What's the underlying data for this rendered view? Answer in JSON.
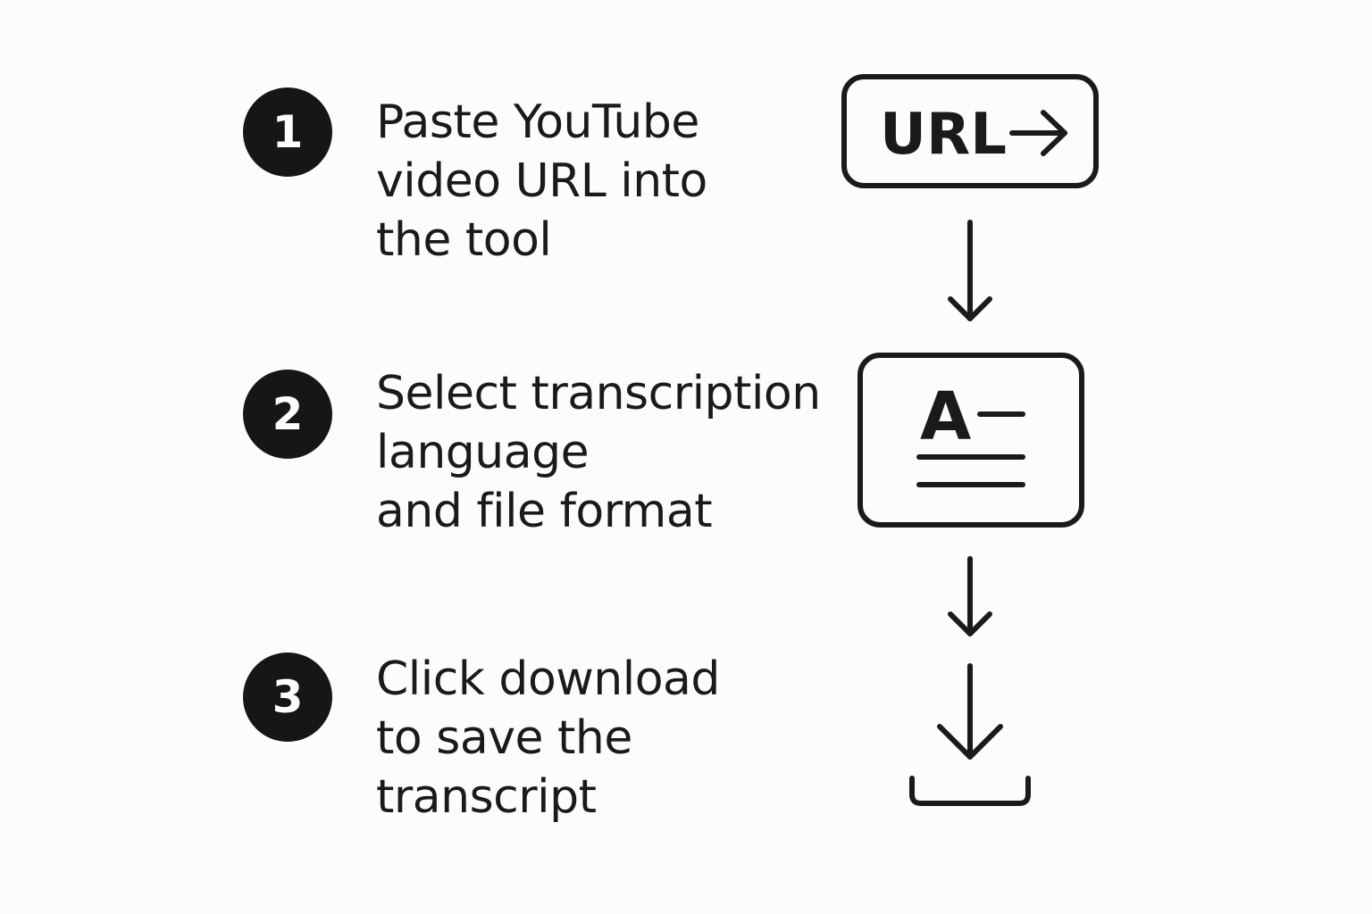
{
  "steps": [
    {
      "number": "1",
      "lines": [
        "Paste YouTube",
        "video URL into",
        "the tool"
      ]
    },
    {
      "number": "2",
      "lines": [
        "Select transcription",
        "language",
        "and file format"
      ]
    },
    {
      "number": "3",
      "lines": [
        "Click download",
        "to save the",
        "transcript"
      ]
    }
  ],
  "icons": {
    "url_box_label": "URL",
    "document_letter": "A",
    "step1_icon": "url-arrow-icon",
    "step2_icon": "document-text-icon",
    "step3_icon": "download-icon"
  },
  "colors": {
    "ink": "#1a1a1a",
    "badge": "#161616",
    "background": "#fcfcfb"
  }
}
